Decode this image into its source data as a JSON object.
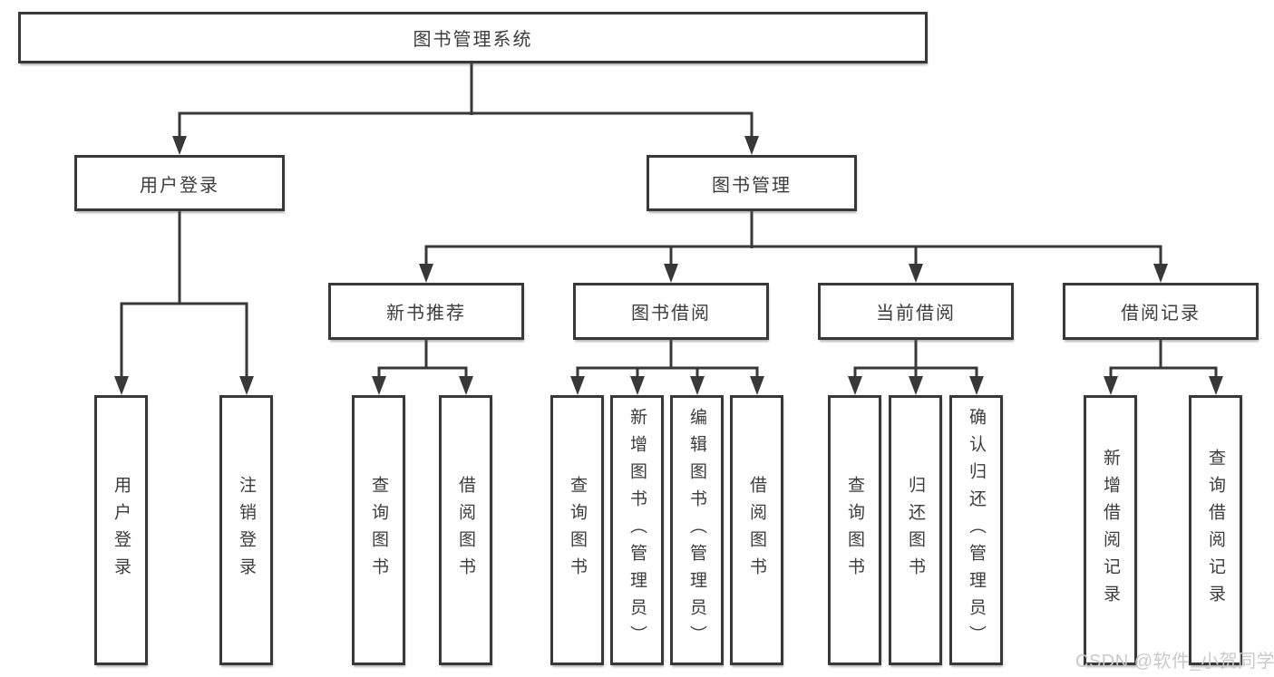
{
  "colors": {
    "line": "#383838",
    "box_border": "#383838",
    "text": "#3c3c3c",
    "watermark": "#c9c9c9",
    "background": "#ffffff"
  },
  "watermark": {
    "text": "CSDN @软件_小贺同学"
  },
  "tree": {
    "root": {
      "label": "图书管理系统"
    },
    "branches": [
      {
        "label": "用户登录",
        "children": [
          {
            "label": "用户登录"
          },
          {
            "label": "注销登录"
          }
        ]
      },
      {
        "label": "图书管理",
        "children": [
          {
            "label": "新书推荐",
            "children": [
              {
                "label": "查询图书"
              },
              {
                "label": "借阅图书"
              }
            ]
          },
          {
            "label": "图书借阅",
            "children": [
              {
                "label": "查询图书"
              },
              {
                "label": "新增图书（管理员）"
              },
              {
                "label": "编辑图书（管理员）"
              },
              {
                "label": "借阅图书"
              }
            ]
          },
          {
            "label": "当前借阅",
            "children": [
              {
                "label": "查询图书"
              },
              {
                "label": "归还图书"
              },
              {
                "label": "确认归还（管理员）"
              }
            ]
          },
          {
            "label": "借阅记录",
            "children": [
              {
                "label": "新增借阅记录"
              },
              {
                "label": "查询借阅记录"
              }
            ]
          }
        ]
      }
    ]
  }
}
